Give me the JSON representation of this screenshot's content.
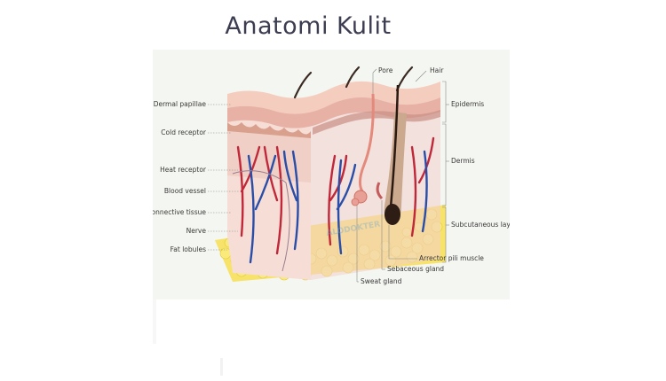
{
  "title": "Anatomi Kulit",
  "diagram": {
    "left_labels": [
      "Dermal papillae",
      "Cold receptor",
      "Heat receptor",
      "Blood vessel",
      "Connective tissue",
      "Nerve",
      "Fat lobules"
    ],
    "top_labels": [
      "Pore",
      "Hair"
    ],
    "right_labels": [
      "Epidermis",
      "Dermis",
      "Subcutaneous layer"
    ],
    "bottom_labels": [
      "Arrector pili muscle",
      "Sebaceous gland",
      "Sweat gland"
    ],
    "watermark": "ALODOKTER"
  }
}
